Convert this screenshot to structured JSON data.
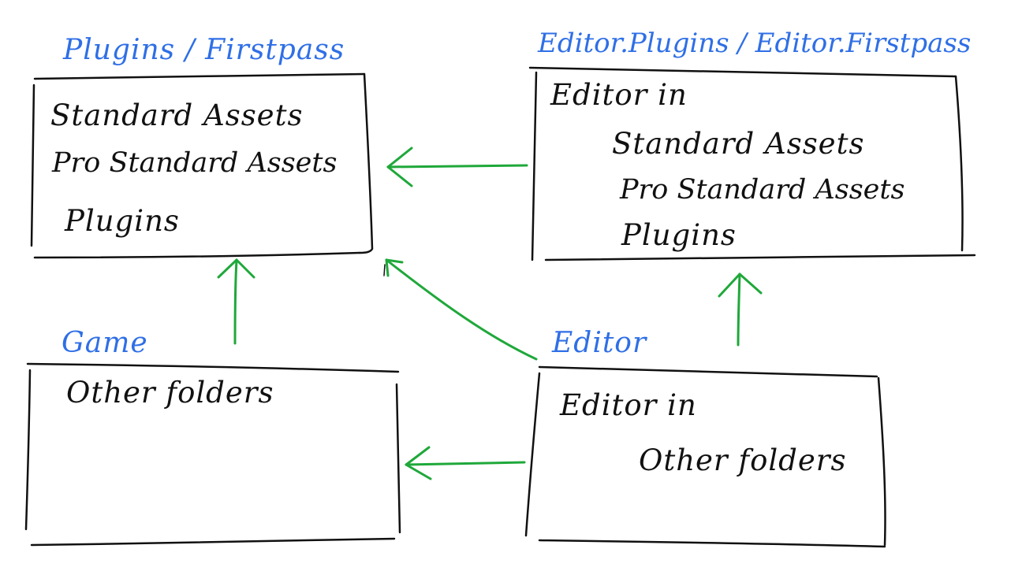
{
  "colors": {
    "ink": "#111111",
    "heading": "#2f6fe6",
    "arrow": "#1fa83a"
  },
  "headings": {
    "plugins_firstpass": "Plugins / Firstpass",
    "editor_plugins_firstpass": "Editor.Plugins / Editor.Firstpass",
    "game": "Game",
    "editor": "Editor"
  },
  "boxes": {
    "plugins_firstpass": {
      "lines": [
        "Standard Assets",
        "Pro Standard Assets",
        "Plugins"
      ]
    },
    "editor_plugins_firstpass": {
      "intro": "Editor in",
      "lines": [
        "Standard Assets",
        "Pro Standard Assets",
        "Plugins"
      ]
    },
    "game": {
      "lines": [
        "Other folders"
      ]
    },
    "editor": {
      "intro": "Editor in",
      "lines": [
        "Other folders"
      ]
    }
  }
}
